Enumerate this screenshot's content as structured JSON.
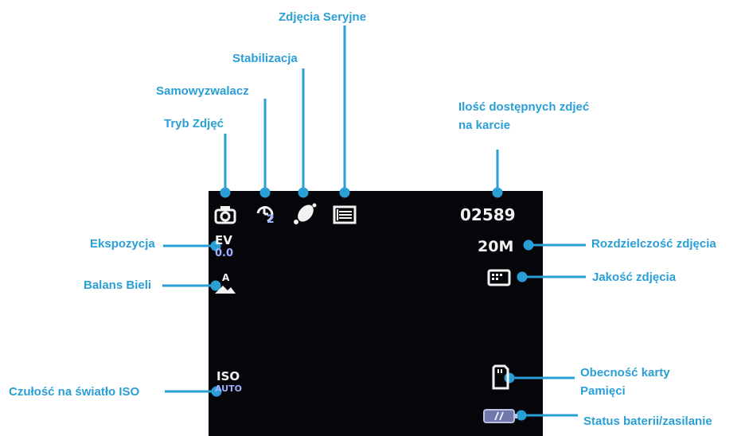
{
  "labels": {
    "burst": "Zdjęcia Seryjne",
    "stabilization": "Stabilizacja",
    "self_timer": "Samowyzwalacz",
    "photo_mode": "Tryb Zdjęć",
    "photos_left_line1": "Ilość dostępnych zdjeć",
    "photos_left_line2": "na karcie",
    "exposure": "Ekspozycja",
    "white_balance": "Balans Bieli",
    "iso_sensitivity": "Czułość na światło ISO",
    "resolution": "Rozdzielczość zdjęcia",
    "quality": "Jakość zdjęcia",
    "card_presence_line1": "Obecność karty",
    "card_presence_line2": "Pamięci",
    "battery_status": "Status baterii/zasilanie"
  },
  "osd": {
    "shot_count": "02589",
    "resolution": "20M",
    "ev_label": "EV",
    "ev_value": "0.0",
    "iso_label": "ISO",
    "iso_value": "AUTO",
    "wb_letter": "A",
    "self_timer_digit": "2"
  },
  "icons": [
    "camera-mode-icon",
    "self-timer-icon",
    "stabilization-hand-icon",
    "burst-icon",
    "quality-icon",
    "sd-card-icon",
    "battery-icon",
    "white-balance-icon"
  ],
  "colors": {
    "label": "#2a9fd6",
    "screen": "#05050a",
    "osd": "#f2f2f2",
    "ev_value": "#9fb0ff",
    "iso_value": "#9fb0ff"
  }
}
